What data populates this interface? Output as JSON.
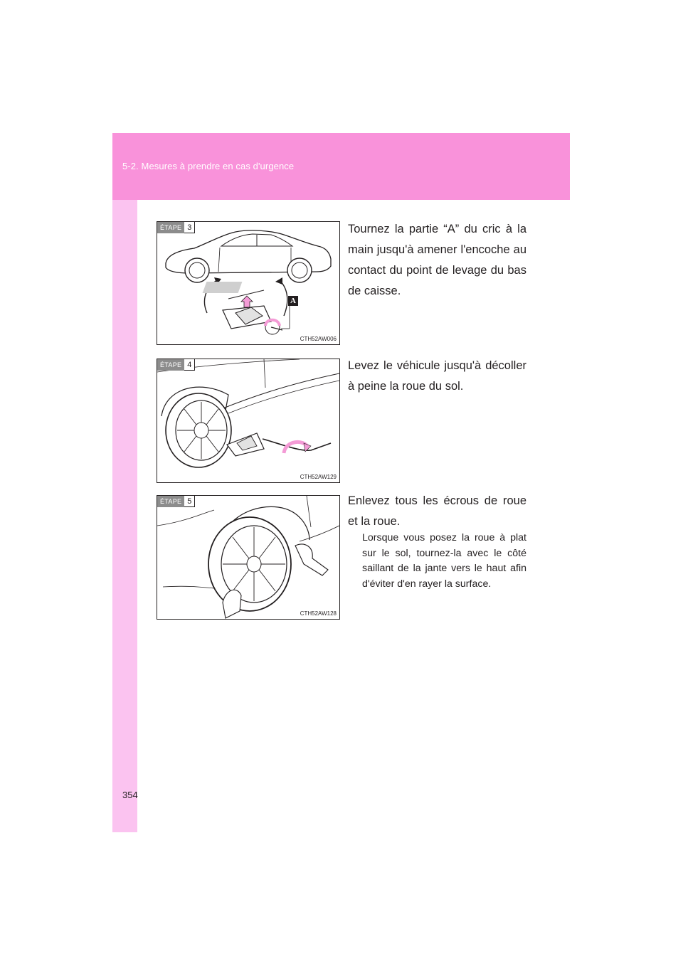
{
  "header": {
    "section_title": "5-2. Mesures à prendre en cas d'urgence"
  },
  "page_number": "354",
  "steps": [
    {
      "step_word": "ÉTAPE",
      "step_number": "3",
      "figure_code": "CTH52AW006",
      "callout_label": "A",
      "text": "Tournez la partie “A” du cric à la main jusqu'à amener l'encoche au contact du point de levage du bas de caisse."
    },
    {
      "step_word": "ÉTAPE",
      "step_number": "4",
      "figure_code": "CTH52AW129",
      "text": "Levez le véhicule jusqu'à décoller à peine la roue du sol."
    },
    {
      "step_word": "ÉTAPE",
      "step_number": "5",
      "figure_code": "CTH52AW128",
      "text": "Enlevez tous les écrous de roue et la roue.",
      "note": "Lorsque vous posez la roue à plat sur le sol, tournez-la avec le côté saillant de la jante vers le haut afin d'éviter d'en rayer la surface."
    }
  ],
  "colors": {
    "header_band": "#f992da",
    "margin_band": "#fbc3f0",
    "arrow_fill": "#f49bd6",
    "badge_grey": "#8c8c8c"
  }
}
